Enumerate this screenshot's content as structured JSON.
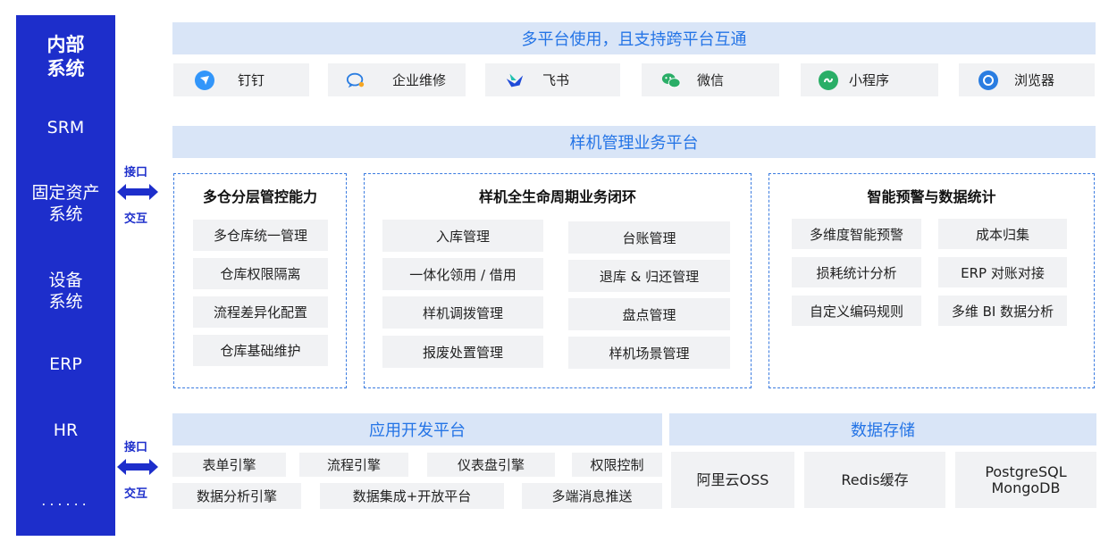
{
  "sidebar": {
    "title": "内部\n系统",
    "items": [
      "SRM",
      "固定资产\n系统",
      "设备\n系统",
      "ERP",
      "HR",
      "......"
    ]
  },
  "connectors": [
    {
      "top": "接口",
      "bottom": "交互"
    },
    {
      "top": "接口",
      "bottom": "交互"
    }
  ],
  "top_banner": "多平台使用，且支持跨平台互通",
  "apps": [
    {
      "label": "钉钉",
      "icon": "dingtalk-icon"
    },
    {
      "label": "企业维修",
      "icon": "chat-bubble-icon"
    },
    {
      "label": "飞书",
      "icon": "feishu-icon"
    },
    {
      "label": "微信",
      "icon": "wechat-icon"
    },
    {
      "label": "小程序",
      "icon": "mini-program-icon"
    },
    {
      "label": "浏览器",
      "icon": "browser-icon"
    }
  ],
  "platform_banner": "样机管理业务平台",
  "panels": {
    "warehouse": {
      "title": "多仓分层管控能力",
      "items": [
        "多仓库统一管理",
        "仓库权限隔离",
        "流程差异化配置",
        "仓库基础维护"
      ]
    },
    "lifecycle": {
      "title": "样机全生命周期业务闭环",
      "left": [
        "入库管理",
        "一体化领用 / 借用",
        "样机调拨管理",
        "报废处置管理"
      ],
      "right": [
        "台账管理",
        "退库 & 归还管理",
        "盘点管理",
        "样机场景管理"
      ]
    },
    "analytics": {
      "title": "智能预警与数据统计",
      "left": [
        "多维度智能预警",
        "损耗统计分析",
        "自定义编码规则"
      ],
      "right": [
        "成本归集",
        "ERP 对账对接",
        "多维 BI 数据分析"
      ]
    }
  },
  "dev_platform": {
    "title": "应用开发平台",
    "row1": [
      "表单引擎",
      "流程引擎",
      "仪表盘引擎",
      "权限控制"
    ],
    "row2": [
      "数据分析引擎",
      "数据集成+开放平台",
      "多端消息推送"
    ]
  },
  "storage": {
    "title": "数据存储",
    "items": [
      "阿里云OSS",
      "Redis缓存",
      "PostgreSQL\nMongoDB"
    ]
  },
  "colors": {
    "sidebar": "#1d2ecb",
    "banner_bg": "#d9e5f7",
    "banner_text": "#2474e6",
    "chip_bg": "#f1f2f4",
    "panel_border": "#3a7be0"
  }
}
